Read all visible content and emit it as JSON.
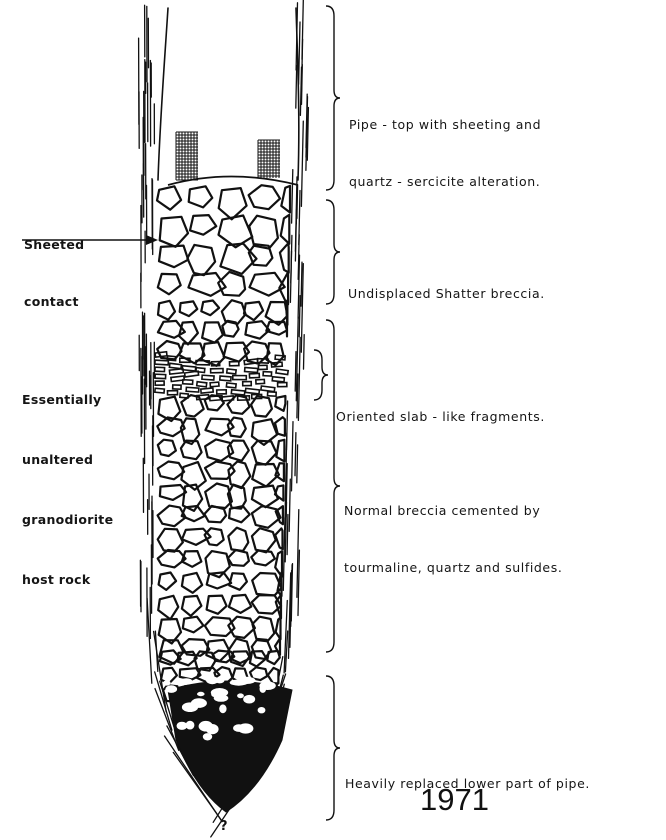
{
  "labels": {
    "sheeted_contact": [
      "Sheeted",
      "contact"
    ],
    "host_rock": [
      "Essentially",
      "unaltered",
      "granodiorite",
      "host rock"
    ],
    "pipe_top": [
      "Pipe - top with sheeting and",
      "quartz - sercicite alteration."
    ],
    "shatter_breccia": "Undisplaced Shatter breccia.",
    "oriented_slab": "Oriented slab - like fragments.",
    "normal_breccia": [
      "Normal breccia cemented by",
      "tourmaline, quartz and sulfides."
    ],
    "lower_part": "Heavily replaced lower part of pipe.",
    "year": "1971",
    "question_mark": "?"
  },
  "colors": {
    "ink": "#111111",
    "background": "#ffffff"
  }
}
